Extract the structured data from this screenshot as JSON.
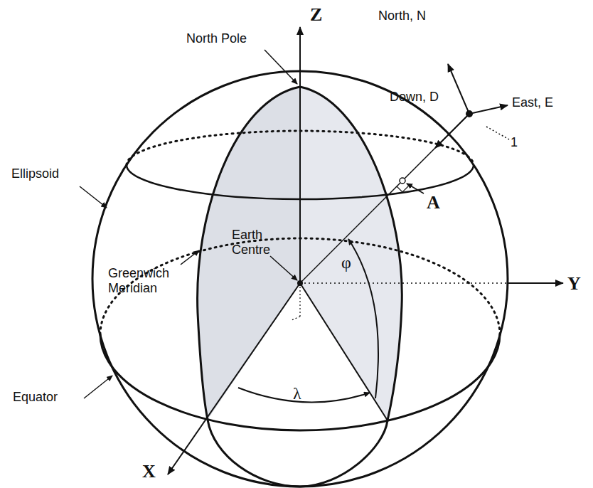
{
  "diagram": {
    "labels": [
      "Z",
      "North, N",
      "North Pole",
      "Down, D",
      "East, E",
      "Ellipsoid",
      "1",
      "A",
      "Earth Centre",
      "φ",
      "Greenwich Meridian",
      "Y",
      "λ",
      "Equator",
      "X"
    ]
  }
}
